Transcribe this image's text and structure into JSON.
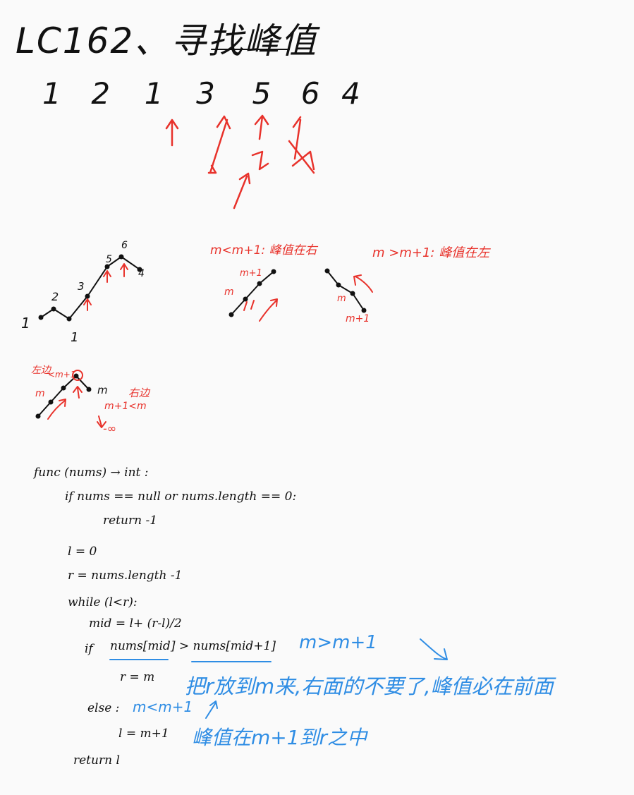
{
  "title": "LC162、寻找峰值",
  "numbers": [
    "1",
    "2",
    "1",
    "3",
    "5",
    "6",
    "4"
  ],
  "diagram1": {
    "point_labels": [
      "1",
      "2",
      "1",
      "3",
      "5",
      "6",
      "4"
    ]
  },
  "case_right": {
    "label": "m<m+1: 峰值在右",
    "m1": "m+1",
    "m": "m"
  },
  "case_left": {
    "label": "m >m+1: 峰值在左",
    "m": "m",
    "m1": "m+1"
  },
  "edge": {
    "left_label": "左边",
    "lm1": "<m+1",
    "m_left": "m",
    "m_right": "m",
    "right_label": "右边",
    "mlt": "m+1<m",
    "neg_inf": "-∞"
  },
  "code": {
    "line1": "func (nums) → int :",
    "line2": "if nums == null or nums.length == 0:",
    "line3": "return -1",
    "line4": "l = 0",
    "line5": "r = nums.length -1",
    "line6": "while (l<r):",
    "line7": "mid = l+ (r-l)/2",
    "line8a": "if",
    "line8b": "nums[mid] > nums[mid+1]",
    "line9": "r = m",
    "line10": "else :",
    "line11": "l = m+1",
    "line12": "return l"
  },
  "blue_notes": {
    "cond1": "m>m+1",
    "note1": "把r放到m来,右面的不要了,峰值必在前面",
    "cond2": "m<m+1",
    "note2": "峰值在m+1到r之中"
  }
}
